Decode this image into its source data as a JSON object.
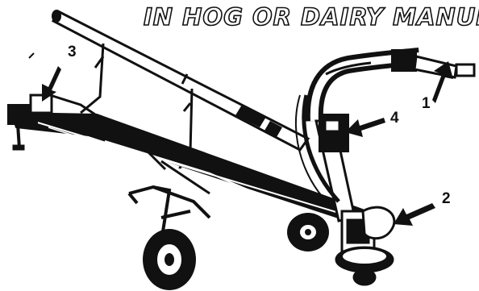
{
  "heading": "IN HOG OR DAIRY MANUR",
  "callouts": {
    "one": "1",
    "two": "2",
    "three": "3",
    "four": "4"
  },
  "colors": {
    "ink": "#111111",
    "paper": "#ffffff"
  }
}
